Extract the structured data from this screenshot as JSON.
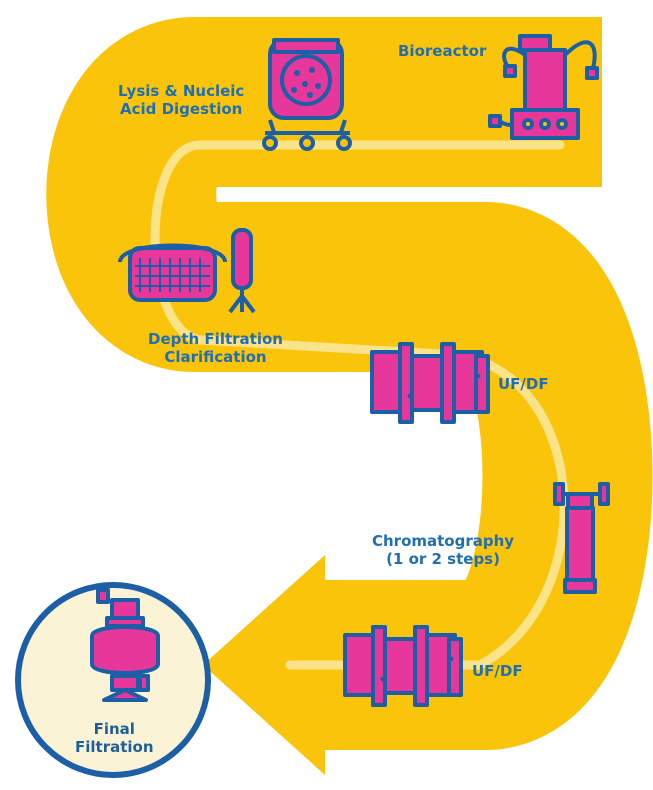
{
  "colors": {
    "path": "#f9c40a",
    "path_line": "#fbe38a",
    "equipment_fill": "#e8379a",
    "equipment_stroke": "#1d5fa6",
    "label": "#1f6fb2",
    "final_circle_fill": "#fbf3d6",
    "final_circle_stroke": "#1d5fa6"
  },
  "steps": [
    {
      "id": "bioreactor",
      "label_lines": [
        "Bioreactor"
      ],
      "icon": "bioreactor-icon"
    },
    {
      "id": "lysis",
      "label_lines": [
        "Lysis & Nucleic",
        "Acid Digestion"
      ],
      "icon": "lysis-vessel-icon"
    },
    {
      "id": "depth",
      "label_lines": [
        "Depth Filtration",
        "Clarification"
      ],
      "icon": "depth-filter-icon"
    },
    {
      "id": "ufdf1",
      "label_lines": [
        "UF/DF"
      ],
      "icon": "ufdf-cassette-icon"
    },
    {
      "id": "chrom",
      "label_lines": [
        "Chromatography",
        "(1 or 2 steps)"
      ],
      "icon": "chromatography-column-icon"
    },
    {
      "id": "ufdf2",
      "label_lines": [
        "UF/DF"
      ],
      "icon": "ufdf-cassette-icon"
    },
    {
      "id": "final",
      "label_lines": [
        "Final",
        "Filtration"
      ],
      "icon": "final-filter-capsule-icon"
    }
  ]
}
